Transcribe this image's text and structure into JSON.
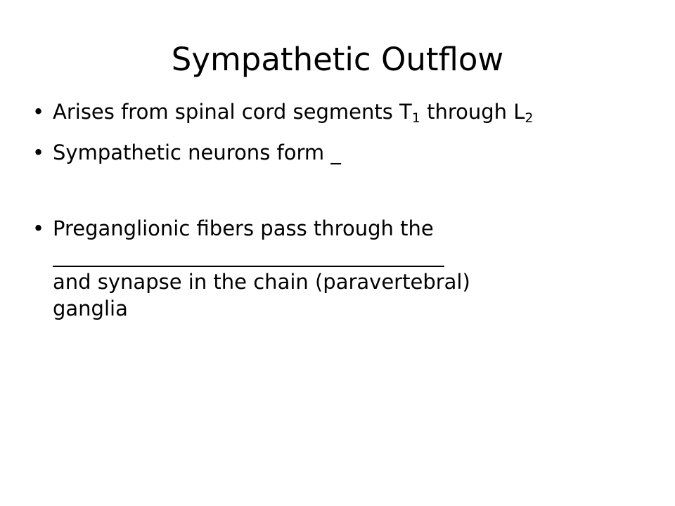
{
  "slide": {
    "title": "Sympathetic Outflow",
    "bullet_glyph": "•",
    "bullets": [
      {
        "text_a": "Arises from spinal cord segments T",
        "sub_a": "1",
        "text_b": " through L",
        "sub_b": "2"
      },
      {
        "text": "Sympathetic neurons form _"
      },
      {
        "line1": "Preganglionic fibers pass through the",
        "line2": "________________________________________",
        "line3": "and synapse in the chain (paravertebral)",
        "line4": "ganglia"
      }
    ]
  }
}
